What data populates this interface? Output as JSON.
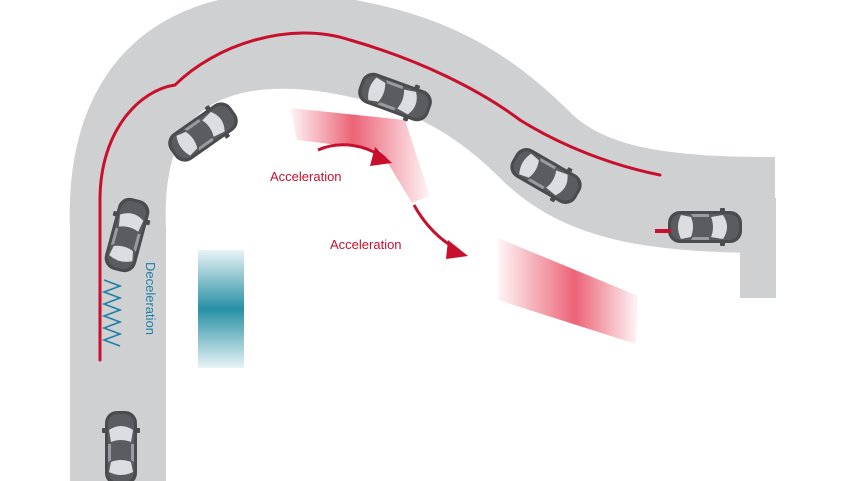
{
  "labels": {
    "acceleration_1": "Acceleration",
    "acceleration_2": "Acceleration",
    "deceleration": "Deceleration"
  },
  "colors": {
    "road": "#cfd0d2",
    "trajectory": "#c8102e",
    "acceleration_zone": "#e8485f",
    "deceleration_zone": "#1c8aa0",
    "spring": "#1f7fa6",
    "car_body": "#4a4b4f",
    "car_window": "#dcdde0"
  }
}
